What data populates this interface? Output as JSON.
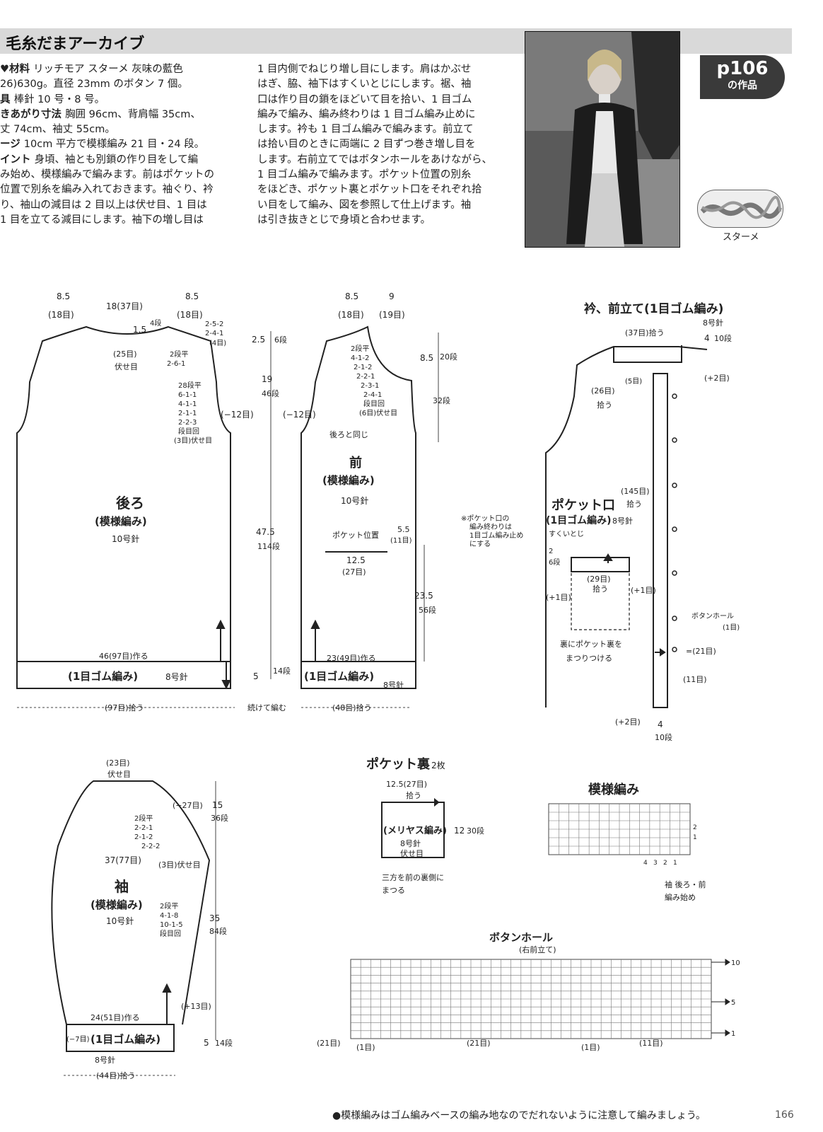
{
  "header": {
    "title": "毛糸だまアーカイブ"
  },
  "intro_left": [
    {
      "label": "♥材料",
      "text": "リッチモア スターメ 灰味の藍色"
    },
    {
      "label": "",
      "text": "26)630g。直径 23mm のボタン 7 個。"
    },
    {
      "label": "具",
      "text": "棒針 10 号・8 号。"
    },
    {
      "label": "きあがり寸法",
      "text": "胸囲 96cm、背肩幅 35cm、"
    },
    {
      "label": "",
      "text": "丈 74cm、袖丈 55cm。"
    },
    {
      "label": "ージ",
      "text": "10cm 平方で模様編み 21 目・24 段。"
    },
    {
      "label": "イント",
      "text": "身頃、袖とも別鎖の作り目をして編"
    },
    {
      "label": "",
      "text": "み始め、模様編みで編みます。前はポケットの"
    },
    {
      "label": "",
      "text": "位置で別糸を編み入れておきます。袖ぐり、衿"
    },
    {
      "label": "",
      "text": "り、袖山の減目は 2 目以上は伏せ目、1 目は"
    },
    {
      "label": "",
      "text": "1 目を立てる減目にします。袖下の増し目は"
    }
  ],
  "intro_right": [
    "1 目内側でねじり増し目にします。肩はかぶせ",
    "はぎ、脇、袖下はすくいとじにします。裾、袖",
    "口は作り目の鎖をほどいて目を拾い、1 目ゴム",
    "編みで編み、編み終わりは 1 目ゴム編み止めに",
    "します。衿も 1 目ゴム編みで編みます。前立て",
    "は拾い目のときに両端に 2 目ずつ巻き増し目を",
    "します。右前立てではボタンホールをあけながら、",
    "1 目ゴム編みで編みます。ポケット位置の別糸",
    "をほどき、ポケット裏とポケット口をそれぞれ拾",
    "い目をして編み、図を参照して仕上げます。袖",
    "は引き抜きとじで身頃と合わせます。"
  ],
  "badge": {
    "page": "p106",
    "sub": "の作品"
  },
  "yarn_caption": "スターメ",
  "back": {
    "w_left": "8.5",
    "w_left_st": "(18目)",
    "w_mid": "18(37目)",
    "w_right": "8.5",
    "w_right_st": "(18目)",
    "neck_depth": "1.5",
    "neck_rows": "4段",
    "neck_rows2": "(4目)",
    "shoulder": [
      "2-5-2",
      "2-4-1"
    ],
    "bind": "(25目)",
    "bind2": "伏せ目",
    "neck_dec": [
      "2段平",
      "2-6-1"
    ],
    "arm_dec": [
      "28段平",
      "6-1-1",
      "4-1-1",
      "2-1-1",
      "2-2-3",
      "段目回",
      "(3目)伏せ目"
    ],
    "minus12": "(−12目)",
    "title": "後ろ",
    "pattern": "(模様編み)",
    "needle": "10号針",
    "cast": "46(97目)作る",
    "rib": "(1目ゴム編み)",
    "rib_needle": "8号針",
    "pick": "(97目)拾う"
  },
  "center": {
    "d1": "2.5",
    "d1r": "6段",
    "d2": "19",
    "d2r": "46段",
    "d3": "47.5",
    "d3r": "114段",
    "d4": "5",
    "d4r": "14段",
    "continue": "続けて編む"
  },
  "front": {
    "w1": "8.5",
    "w1s": "(18目)",
    "w2": "9",
    "w2s": "(19目)",
    "neck_dec": [
      "2段平",
      "4-1-2",
      "2-1-2",
      "2-2-1",
      "2-3-1",
      "2-4-1",
      "段目回",
      "(6目)伏せ目"
    ],
    "h1": "8.5",
    "h1r": "20段",
    "h2r": "32段",
    "minus12": "(−12目)",
    "same": "後ろと同じ",
    "title": "前",
    "pattern": "(模様編み)",
    "needle": "10号針",
    "pocket_pos": "ポケット位置",
    "pocket_side": "5.5",
    "pocket_side_st": "(11目)",
    "pocket_w": "12.5",
    "pocket_w_st": "(27目)",
    "h3": "23.5",
    "h3r": "56段",
    "cast": "23(49目)作る",
    "rib": "(1目ゴム編み)",
    "rib_needle": "8号針",
    "pick": "(48目)拾う"
  },
  "collar": {
    "title": "衿、前立て(1目ゴム編み)",
    "needle": "8号針",
    "pick_top": "(37目)拾う",
    "rows_w": "4",
    "rows": "10段",
    "five": "(5目)",
    "plus2": "(+2目)",
    "left26": "(26目)",
    "left26b": "拾う",
    "p145": "(145目)",
    "p145b": "拾う",
    "pocket_title": "ポケット口",
    "pocket_sub": "(1目ゴム編み)",
    "pocket_needle": "8号針",
    "sukui": "すくいとじ",
    "note": [
      "※ポケット口の",
      "編み終わりは",
      "1目ゴム編み止め",
      "にする"
    ],
    "p2": "2",
    "p6": "6段",
    "p29": "(29目)",
    "p29b": "拾う",
    "plus1l": "(+1目)",
    "plus1r": "(+1目)",
    "sew": [
      "裏にポケット裏を",
      "まつりつける"
    ],
    "bh": "ボタンホール",
    "bh2": "(1目)",
    "eq21": "=(21目)",
    "p11": "(11目)",
    "plus2b": "(+2目)",
    "b4": "4",
    "b10": "10段"
  },
  "sleeve": {
    "top": "(23目)",
    "top2": "伏せ目",
    "minus27": "(−27目)",
    "h15": "15",
    "h15r": "36段",
    "cap_dec": [
      "2段平",
      "2-2-1",
      "2-1-2",
      "2-2-2"
    ],
    "w37": "37(77目)",
    "bind3": "(3目)伏せ目",
    "title": "袖",
    "pattern": "(模様編み)",
    "needle": "10号針",
    "inc": [
      "2段平",
      "4-1-8",
      "10-1-5",
      "段目回"
    ],
    "h35": "35",
    "h35r": "84段",
    "plus13": "(+13目)",
    "cast": "24(51目)作る",
    "minus7": "(−7目)",
    "rib": "(1目ゴム編み)",
    "rib_needle": "8号針",
    "h5": "5",
    "h5r": "14段",
    "pick": "(44目)拾う"
  },
  "pocket_lining": {
    "title": "ポケット裏",
    "count": "2枚",
    "w": "12.5(27目)",
    "w2": "拾う",
    "label": "(メリヤス編み)",
    "needle": "8号針",
    "bind": "伏せ目",
    "h": "12",
    "hr": "30段",
    "note": [
      "三方を前の裏側に",
      "まつる"
    ]
  },
  "pattern_chart": {
    "title": "模様編み",
    "nums": [
      "4",
      "3",
      "2",
      "1"
    ],
    "row2": "2",
    "row1": "1",
    "note1": "袖 後ろ・前",
    "note2": "編み始め"
  },
  "buttonhole": {
    "title": "ボタンホール",
    "sub": "(右前立て)",
    "r10": "10",
    "r5": "5",
    "r1": "1",
    "b21l": "(21目)",
    "b1a": "(1目)",
    "b21": "(21目)",
    "b1b": "(1目)",
    "b11": "(11目)"
  },
  "footer": {
    "note": "●模様編みはゴム編みベースの編み地なのでだれないように注意して編みましょう。",
    "page": "166"
  }
}
